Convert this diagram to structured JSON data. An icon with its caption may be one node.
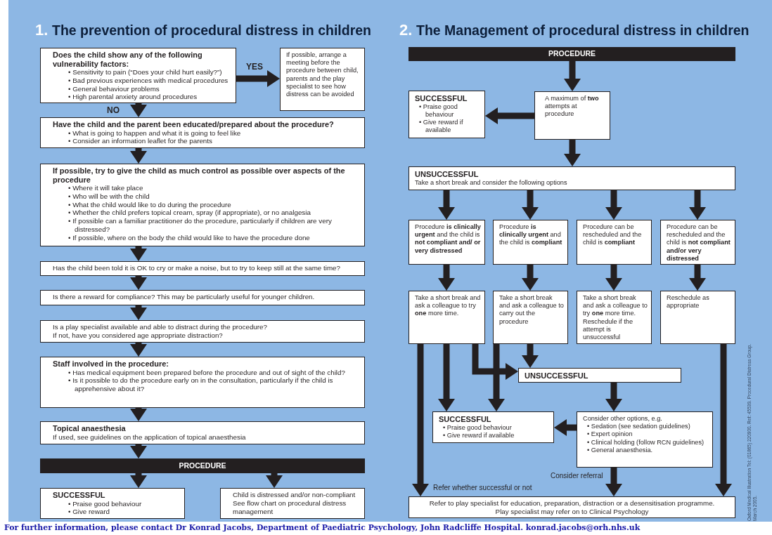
{
  "diagram": {
    "nodes": [
      {
        "text": [
          "Does the child show any of the following vulnerability factors:",
          "• Sensitivity to pain (“Does your child hurt easily?”)",
          "• Bad previous experiences with medical procedures",
          "• General behaviour problems",
          "• High parental anxiety around procedures"
        ]
      },
      {
        "text": [
          "If possible, arrange a meeting before the procedure between child, parents and the play specialist to see how distress can be avoided"
        ]
      },
      {
        "text": [
          "Have the child and the parent been educated/prepared about the procedure?",
          "• What is going to happen and what it is going to feel like",
          "• Consider an information leaflet for the parents"
        ]
      },
      {
        "text": [
          "If possible, try to give the child as much control as possible over aspects of the procedure",
          "• Where it will take place",
          "• Who will be with the child",
          "• What the child would like to do during the procedure",
          "• Whether the child prefers topical cream, spray (if appropriate), or no analgesia",
          "• If possible can a familiar practitioner do the procedure, particularly if children are very distressed?",
          "• If possible, where on the body the child would like to have the procedure done"
        ]
      },
      {
        "text": [
          "Has the child been told it is OK to cry or make a noise, but to try to keep still at the same time?"
        ]
      },
      {
        "text": [
          "Is there a reward for compliance?  This may be particularly useful for younger children."
        ]
      },
      {
        "text": [
          "Is a play specialist available and able to distract during the procedure?",
          "If not, have you considered age appropriate distraction?"
        ]
      },
      {
        "text": [
          "Staff involved in the procedure:",
          "• Has medical equipment been prepared before the procedure and out of sight of the child?",
          "• Is it possible to do the procedure early on in the consultation, particularly if the child is apprehensive about it?"
        ]
      },
      {
        "text": [
          "Topical anaesthesia",
          "If used, see guidelines on the application of topical anaesthesia"
        ]
      },
      {
        "text": [
          "PROCEDURE"
        ]
      },
      {
        "text": [
          "SUCCESSFUL",
          "• Praise good behaviour",
          "• Give reward"
        ]
      },
      {
        "text": [
          "Child is distressed and/or non-compliant",
          "See flow chart on procedural distress management"
        ]
      },
      {
        "text": [
          "PROCEDURE"
        ]
      },
      {
        "text": [
          "SUCCESSFUL",
          "• Praise good behaviour",
          "• Give reward if available"
        ]
      },
      {
        "text": [
          "A maximum of **two** attempts at procedure"
        ]
      },
      {
        "text": [
          "UNSUCCESSFUL",
          "Take a short break and consider the following options"
        ]
      },
      {
        "text": [
          "Procedure **is clinically urgent** and the child is **not compliant and/ or very distressed**"
        ]
      },
      {
        "text": [
          "Procedure **is clinically urgent** and the child is **compliant**"
        ]
      },
      {
        "text": [
          "Procedure can be rescheduled and the child is **compliant**"
        ]
      },
      {
        "text": [
          "Procedure can be rescheduled and the child is **not compliant and/or very distressed**"
        ]
      },
      {
        "text": [
          "Take a short break and ask a colleague to try **one** more time."
        ]
      },
      {
        "text": [
          "Take a short break and ask a colleague to carry out the procedure"
        ]
      },
      {
        "text": [
          "Take a short break and ask a colleague to try **one** more time. Reschedule if the attempt is unsuccessful"
        ]
      },
      {
        "text": [
          "Reschedule as appropriate"
        ]
      },
      {
        "text": [
          "UNSUCCESSFUL"
        ]
      },
      {
        "text": [
          "SUCCESSFUL",
          "• Praise good behaviour",
          "• Give reward if available"
        ]
      },
      {
        "text": [
          "Consider other options, e.g.",
          "• Sedation (see sedation guidelines)",
          "• Expert opinion",
          "• Clinical holding (follow RCN guidelines)",
          "• General anaesthesia."
        ]
      },
      {
        "text": [
          "Refer to play specialist for education, preparation, distraction or a desensitisation programme.",
          "Play specialist may refer on to Clinical Psychology"
        ]
      }
    ],
    "edges": [
      {
        "from": 0,
        "to": 1,
        "arrow": "to",
        "label": "YES"
      },
      {
        "from": 0,
        "to": 2,
        "arrow": "to",
        "label": "NO"
      },
      {
        "from": 2,
        "to": 3,
        "arrow": "to"
      },
      {
        "from": 3,
        "to": 4,
        "arrow": "to"
      },
      {
        "from": 4,
        "to": 5,
        "arrow": "to"
      },
      {
        "from": 5,
        "to": 6,
        "arrow": "to"
      },
      {
        "from": 6,
        "to": 7,
        "arrow": "to"
      },
      {
        "from": 7,
        "to": 8,
        "arrow": "to"
      },
      {
        "from": 8,
        "to": 9,
        "arrow": "to"
      },
      {
        "from": 9,
        "to": 10,
        "arrow": "to"
      },
      {
        "from": 9,
        "to": 11,
        "arrow": "to"
      },
      {
        "from": 12,
        "to": 14,
        "arrow": "to"
      },
      {
        "from": 14,
        "to": 13,
        "arrow": "to"
      },
      {
        "from": 14,
        "to": 15,
        "arrow": "to"
      },
      {
        "from": 15,
        "to": 16,
        "arrow": "to"
      },
      {
        "from": 15,
        "to": 17,
        "arrow": "to"
      },
      {
        "from": 15,
        "to": 18,
        "arrow": "to"
      },
      {
        "from": 15,
        "to": 19,
        "arrow": "to"
      },
      {
        "from": 16,
        "to": 20,
        "arrow": "to"
      },
      {
        "from": 17,
        "to": 21,
        "arrow": "to"
      },
      {
        "from": 18,
        "to": 22,
        "arrow": "to"
      },
      {
        "from": 19,
        "to": 23,
        "arrow": "to"
      },
      {
        "from": 20,
        "to": 27,
        "arrow": "to",
        "label": "Refer whether successful or not"
      },
      {
        "from": 20,
        "to": 25,
        "arrow": "to"
      },
      {
        "from": 20,
        "to": 24,
        "arrow": "to"
      },
      {
        "from": 21,
        "to": 25,
        "arrow": "to"
      },
      {
        "from": 21,
        "to": 24,
        "arrow": "to"
      },
      {
        "from": 23,
        "to": 27,
        "arrow": "to"
      },
      {
        "from": 24,
        "to": 26,
        "arrow": "to"
      },
      {
        "from": 26,
        "to": 25,
        "arrow": "to"
      },
      {
        "from": 26,
        "to": 27,
        "arrow": "to",
        "label": "Consider referral"
      }
    ],
    "labels": [
      "1.",
      "The prevention of procedural distress in children",
      "2.",
      "The Management of procedural distress in children",
      "Oxford Medical Illustration Tel: (01865) 220900. Ref: 45539. Procedural Distress Group. March 2005.",
      "For further information, please contact Dr Konrad Jacobs, Department of Paediatric Psychology, John Radcliffe Hospital.  konrad.jacobs@orh.nhs.uk"
    ]
  }
}
